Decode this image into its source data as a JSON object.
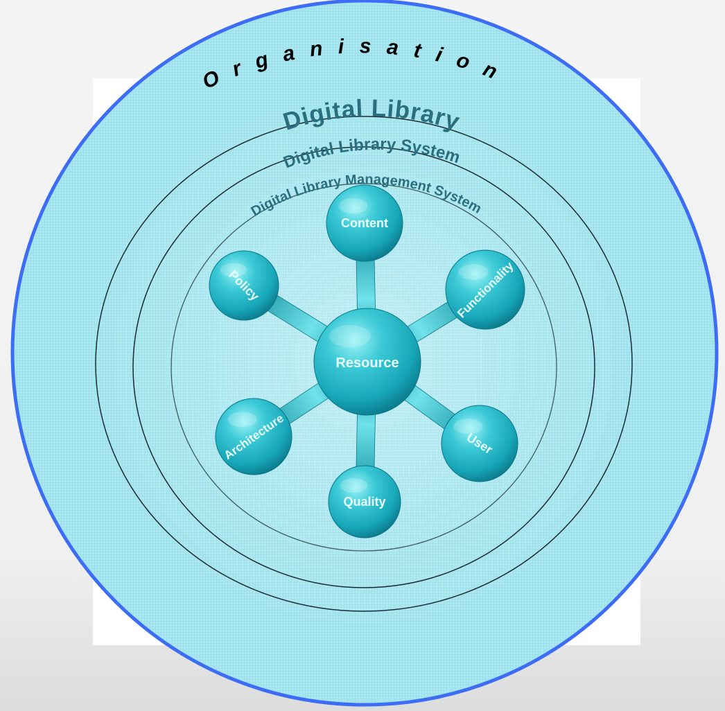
{
  "diagram": {
    "outer_label": "Organisation",
    "rings": [
      {
        "id": "dl",
        "label": "Digital Library"
      },
      {
        "id": "dls",
        "label": "Digital Library System"
      },
      {
        "id": "dlms",
        "label": "Digital Library Management System"
      }
    ],
    "center": {
      "label": "Resource"
    },
    "nodes": [
      {
        "id": "content",
        "label": "Content"
      },
      {
        "id": "functionality",
        "label": "Functionality"
      },
      {
        "id": "user",
        "label": "User"
      },
      {
        "id": "quality",
        "label": "Quality"
      },
      {
        "id": "architecture",
        "label": "Architecture"
      },
      {
        "id": "policy",
        "label": "Policy"
      }
    ],
    "colors": {
      "outer_border": "#3d6cf5",
      "outer_fill": "#a6e6ef",
      "sphere_light": "#8ff1f4",
      "sphere_mid": "#1fb3c4",
      "sphere_dark": "#0a7687",
      "ring_line": "#1a2a30",
      "ring_label": "#2a6f7e",
      "outer_label": "#000000",
      "node_label": "#eaffff"
    }
  }
}
